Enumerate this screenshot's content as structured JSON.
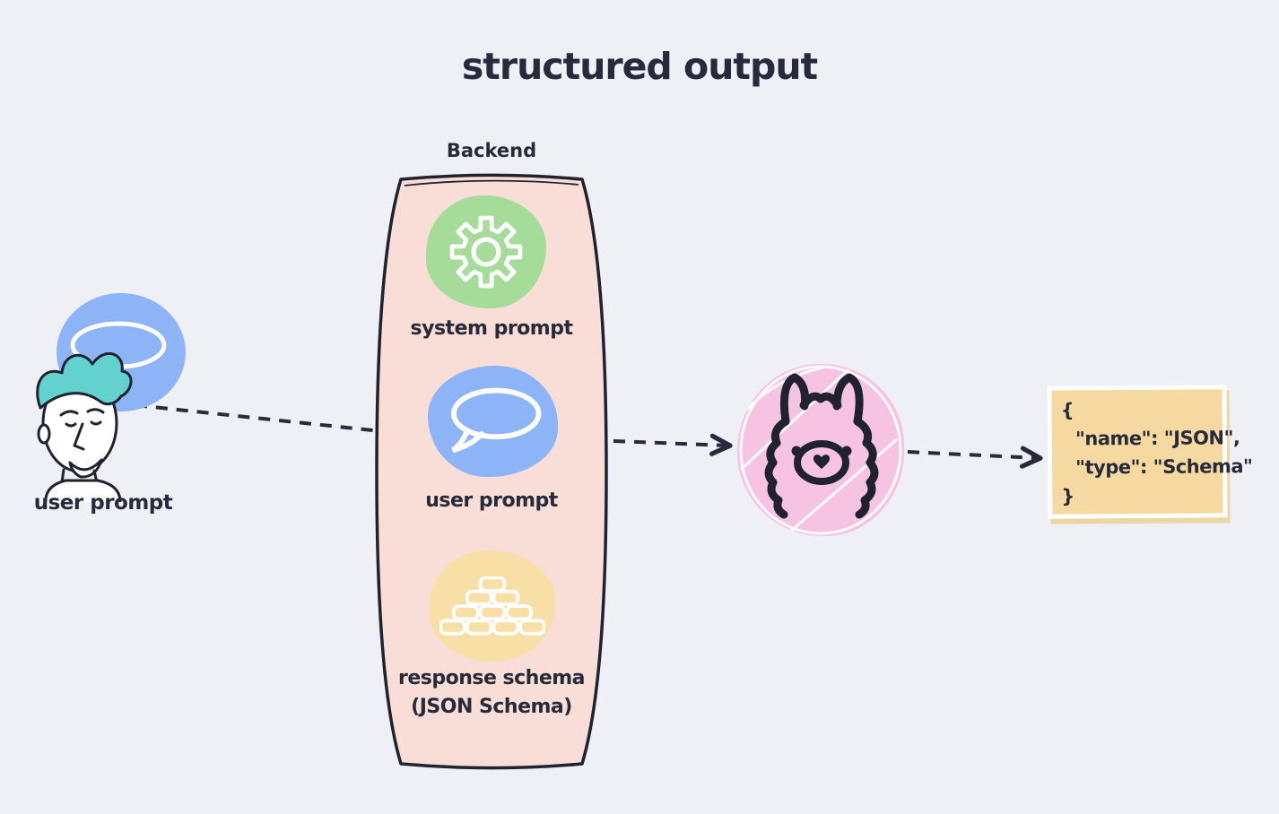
{
  "title": "structured output",
  "actor": {
    "label": "user prompt"
  },
  "backend": {
    "title": "Backend",
    "items": [
      {
        "id": "system-prompt",
        "icon": "gear-icon",
        "label": "system prompt"
      },
      {
        "id": "user-prompt",
        "icon": "speech-bubble-icon",
        "label": "user prompt"
      },
      {
        "id": "response-schema",
        "icon": "bricks-icon",
        "label": "response schema",
        "sublabel": "(JSON Schema)"
      }
    ]
  },
  "llm": {
    "icon": "llama-icon"
  },
  "output_box": {
    "lines": [
      "{",
      "\"name\": \"JSON\",",
      "\"type\": \"Schema\"",
      "}"
    ]
  },
  "arrows": [
    {
      "from": "user-figure",
      "to": "backend-user-prompt"
    },
    {
      "from": "backend",
      "to": "llm"
    },
    {
      "from": "llm",
      "to": "json-output"
    }
  ],
  "colors": {
    "background": "#eef0f5",
    "ink": "#262a3b",
    "backend_fill": "#f8ded7",
    "green": "#a5dc9a",
    "blue": "#8cb4f6",
    "yellow": "#f7dfa5",
    "pink": "#f6c3e3",
    "tan_box": "#f5d9a1",
    "hair_teal": "#63d2cf",
    "icon_white": "#ffffff"
  }
}
